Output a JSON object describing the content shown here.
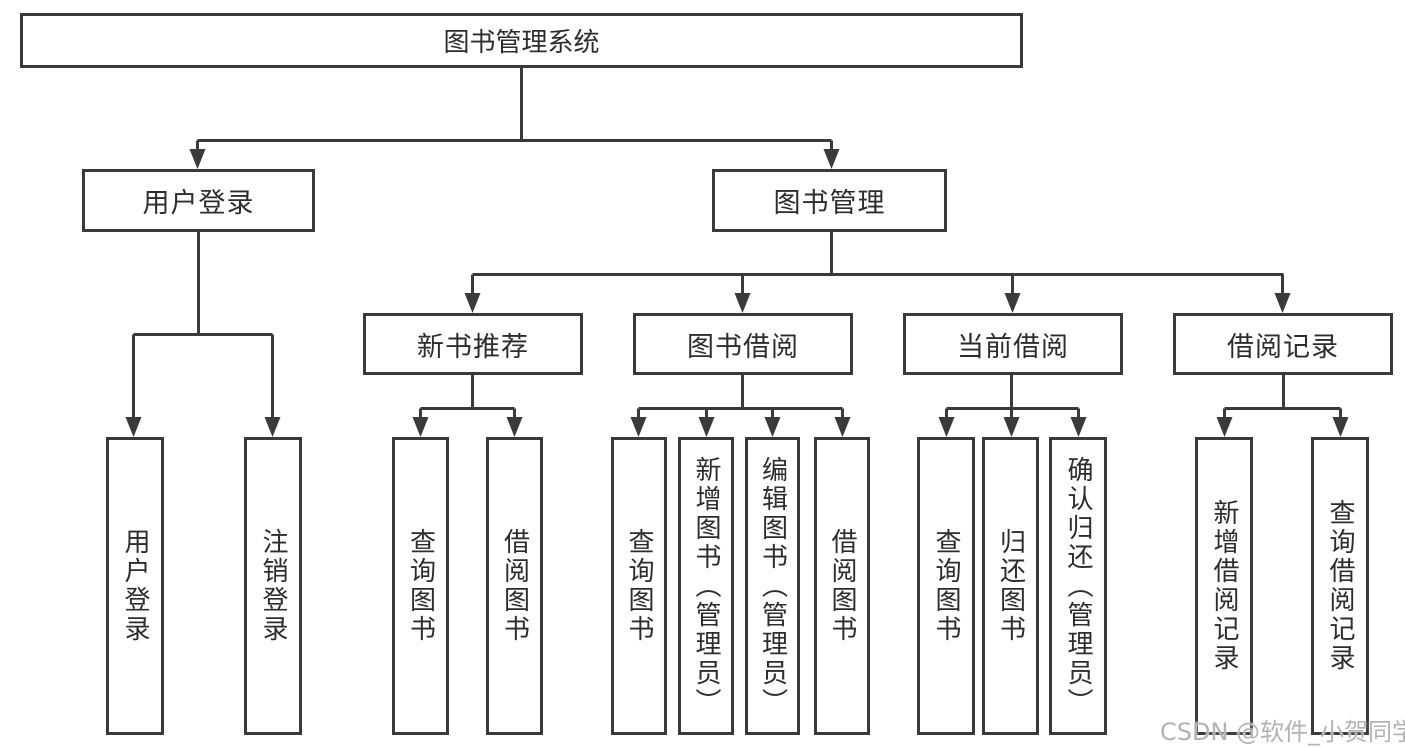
{
  "title": "图书管理系统",
  "level2": [
    {
      "id": "user-login",
      "label": "用户登录"
    },
    {
      "id": "book-management",
      "label": "图书管理"
    }
  ],
  "level3": [
    {
      "id": "new-book-recommend",
      "label": "新书推荐"
    },
    {
      "id": "book-borrow",
      "label": "图书借阅"
    },
    {
      "id": "current-borrow",
      "label": "当前借阅"
    },
    {
      "id": "borrow-records",
      "label": "借阅记录"
    }
  ],
  "leaves": [
    {
      "group": "user-login",
      "items": [
        "用户登录",
        "注销登录"
      ]
    },
    {
      "group": "new-book-recommend",
      "items": [
        "查询图书",
        "借阅图书"
      ]
    },
    {
      "group": "book-borrow",
      "items": [
        "查询图书",
        "新增图书（管理员）",
        "编辑图书（管理员）",
        "借阅图书"
      ]
    },
    {
      "group": "current-borrow",
      "items": [
        "查询图书",
        "归还图书",
        "确认归还（管理员）"
      ]
    },
    {
      "group": "borrow-records",
      "items": [
        "新增借阅记录",
        "查询借阅记录"
      ]
    }
  ],
  "watermark": "CSDN @软件_小贺同学",
  "colors": {
    "line": "#3a3a3a",
    "text": "#2d2d2d",
    "watermark": "#b3b3b3"
  }
}
